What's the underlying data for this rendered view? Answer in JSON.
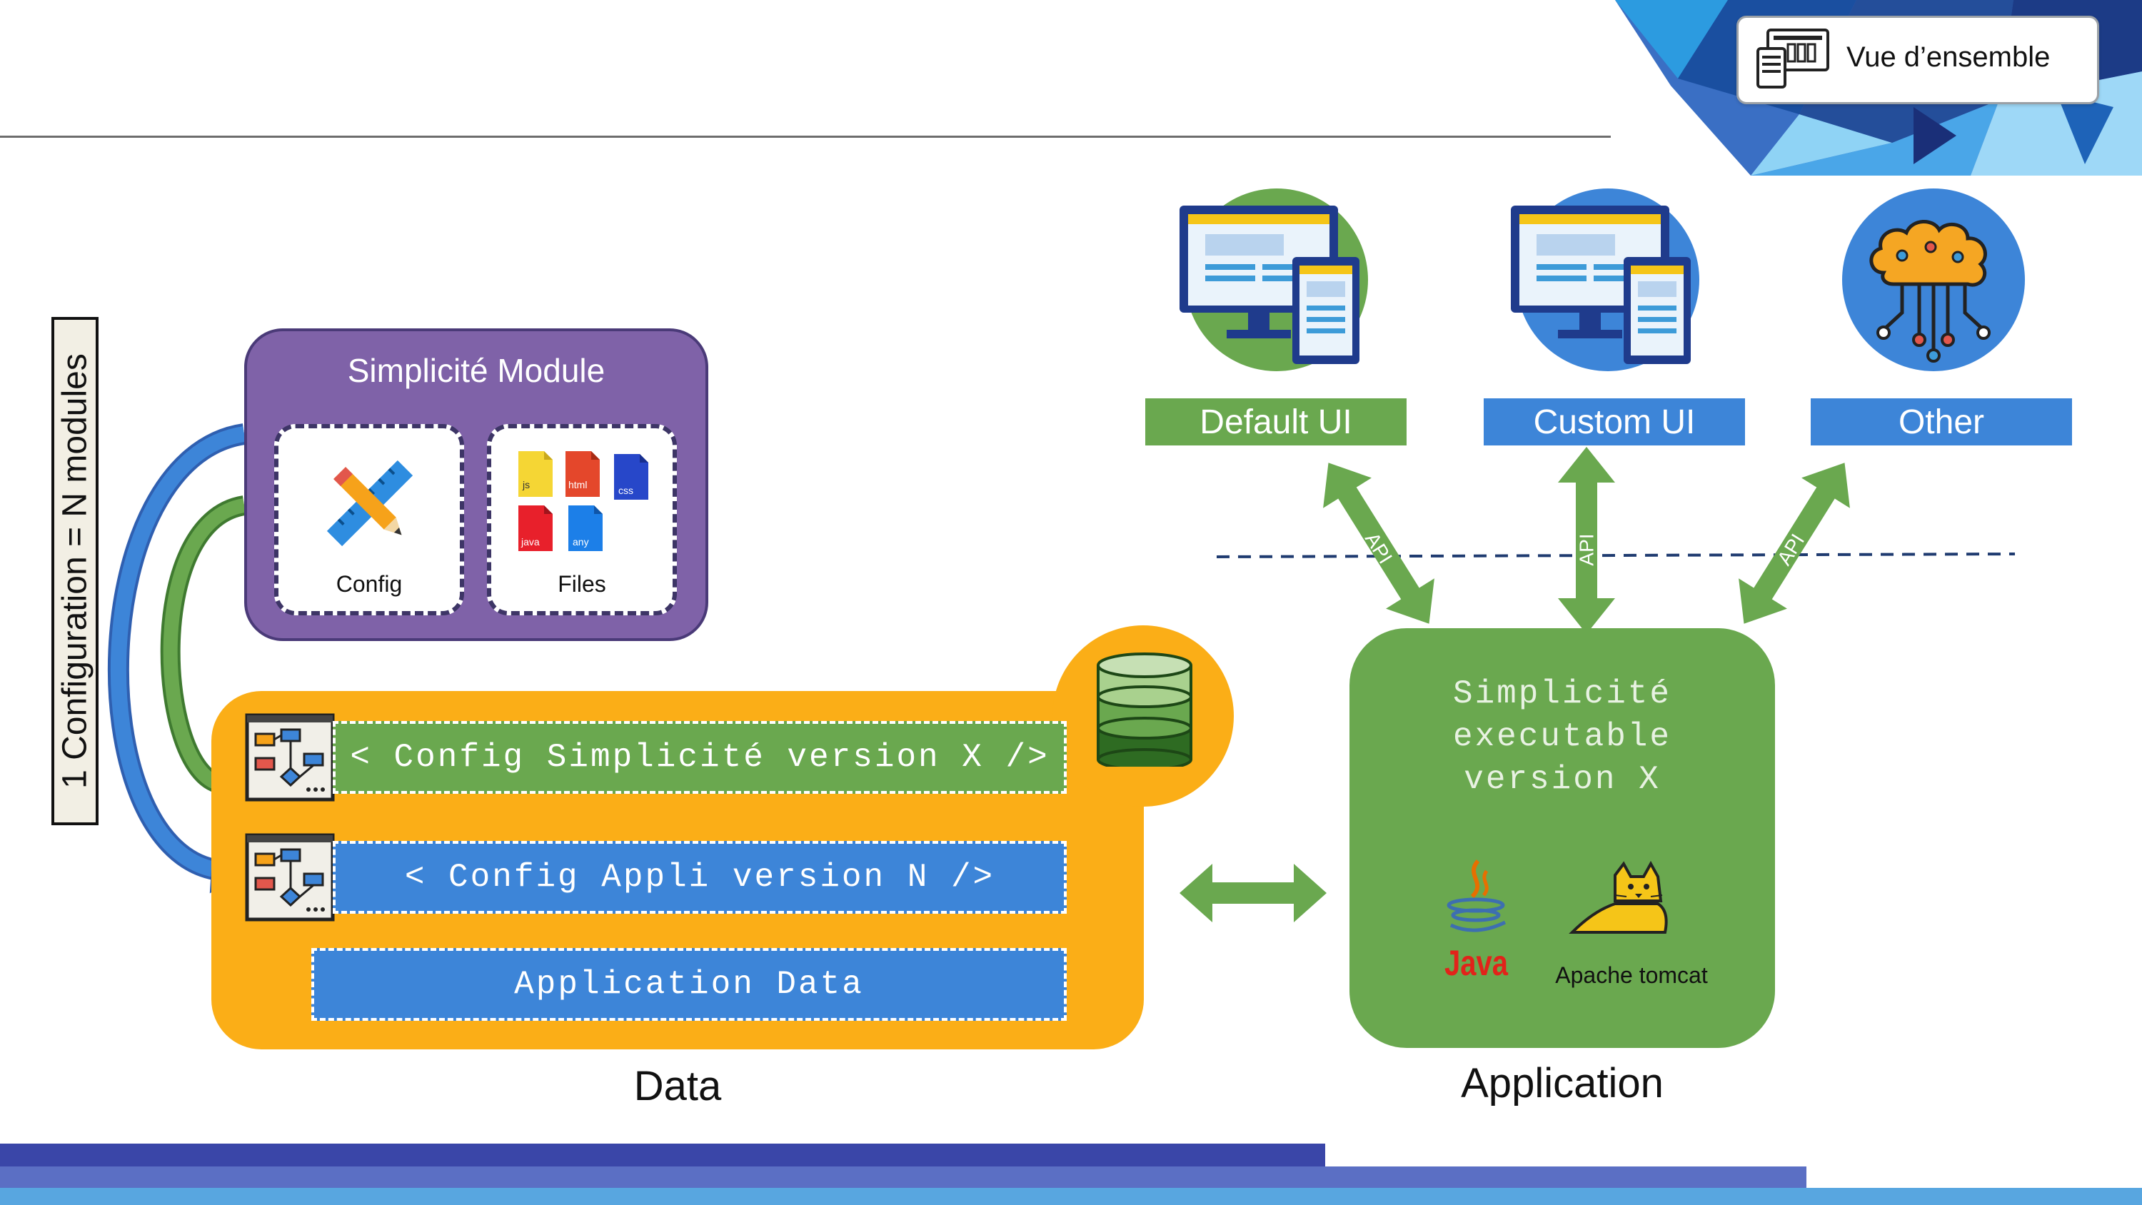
{
  "header": {
    "badge_label": "Vue d’ensemble"
  },
  "side_label": "1 Configuration = N modules",
  "module": {
    "title": "Simplicité Module",
    "config_label": "Config",
    "files_label": "Files",
    "file_types": [
      "js",
      "html",
      "css",
      "java",
      "any"
    ]
  },
  "data_block": {
    "row1": "< Config Simplicité version X />",
    "row2": "< Config Appli version N />",
    "row3": "Application Data",
    "caption": "Data"
  },
  "app_block": {
    "title": "Simplicité\nexecutable\nversion X",
    "java_label": "Java",
    "tomcat_label": "Apache tomcat",
    "caption": "Application"
  },
  "ui_targets": [
    {
      "label": "Default UI",
      "color": "#6aa84f"
    },
    {
      "label": "Custom UI",
      "color": "#3d85d8"
    },
    {
      "label": "Other",
      "color": "#3d85d8"
    }
  ],
  "api_label": "API",
  "colors": {
    "module_purple": "#7f62a8",
    "data_orange": "#fbae17",
    "app_green": "#6aa84f",
    "blue": "#3d85d8",
    "footer_dark": "#3a46a8",
    "footer_mid": "#5b6fc4",
    "footer_light": "#58a6e0"
  }
}
